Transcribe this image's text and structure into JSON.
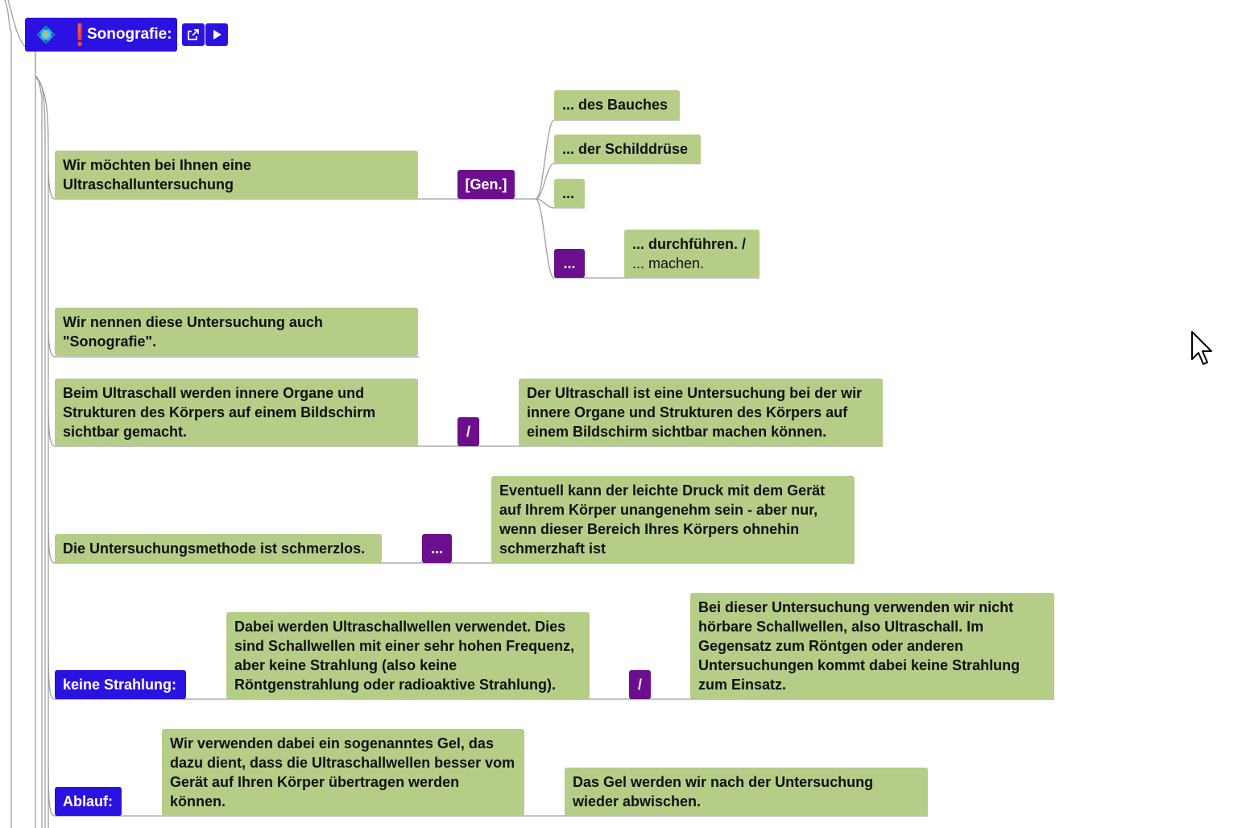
{
  "root": {
    "label": "Sonografie:",
    "icon_main": "diamond-network-icon",
    "icon_flag": "exclamation-icon",
    "actions": [
      {
        "name": "open-external-icon"
      },
      {
        "name": "play-icon"
      }
    ]
  },
  "colors": {
    "node_green": "#b5cd87",
    "tag_purple": "#6b0f8f",
    "label_blue": "#2b12e0",
    "connector": "#9e9e9e"
  },
  "branches": {
    "b1": {
      "text": "Wir möchten bei Ihnen eine Ultraschalluntersuchung",
      "tag": "[Gen.]",
      "options": [
        "... des Bauches",
        "... der Schilddrüse",
        "..."
      ],
      "more_tag": "...",
      "ending_bold": "... durchführen. /",
      "ending_normal": "... machen."
    },
    "b2": {
      "text": "Wir nennen diese Untersuchung auch \"Sonografie\"."
    },
    "b3": {
      "text": "Beim Ultraschall werden innere Organe und Strukturen des Körpers auf einem Bildschirm sichtbar gemacht.",
      "tag": "/",
      "alt": "Der Ultraschall ist eine Untersuchung bei der wir innere Organe und Strukturen des Körpers auf einem Bildschirm sichtbar machen können."
    },
    "b4": {
      "text": "Die Untersuchungsmethode ist schmerzlos.",
      "tag": "...",
      "detail": "Eventuell kann der leichte Druck mit dem Gerät auf Ihrem Körper unangenehm sein - aber nur, wenn dieser Bereich Ihres Körpers ohnehin schmerzhaft ist"
    },
    "b5": {
      "label": "keine Strahlung:",
      "text": "Dabei werden Ultraschallwellen verwendet. Dies sind Schallwellen mit einer sehr hohen Frequenz, aber keine Strahlung (also keine Röntgenstrahlung oder radioaktive Strahlung).",
      "tag": "/",
      "alt": "Bei dieser Untersuchung verwenden wir nicht hörbare Schallwellen, also Ultraschall. Im Gegensatz zum Röntgen oder anderen Untersuchungen kommt dabei keine Strahlung zum Einsatz."
    },
    "b6": {
      "label": "Ablauf:",
      "text": "Wir verwenden dabei ein sogenanntes Gel, das dazu dient, dass die Ultraschallwellen besser vom Gerät auf Ihren Körper übertragen werden können.",
      "next": "Das Gel werden wir nach der Untersuchung wieder abwischen."
    }
  }
}
